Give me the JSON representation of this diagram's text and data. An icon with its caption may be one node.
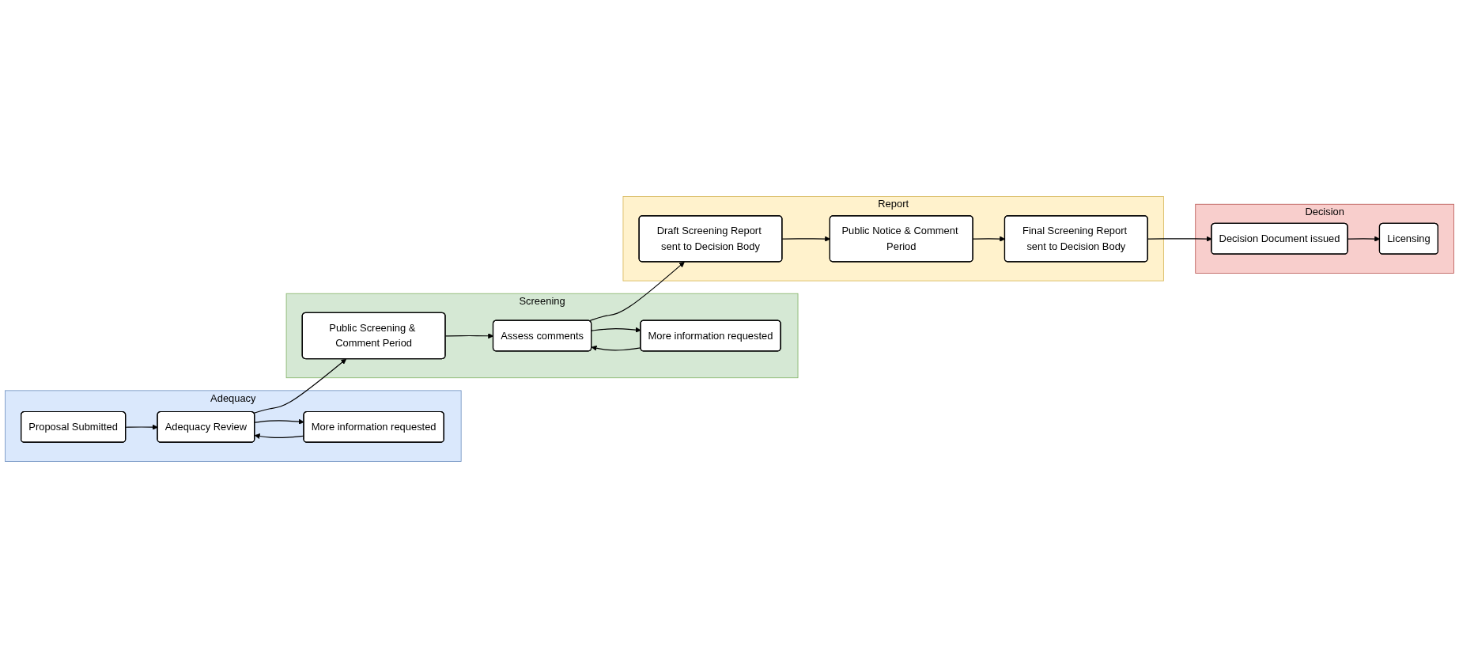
{
  "diagram": {
    "nodes": [
      {
        "text": [
          "Adequacy"
        ]
      },
      {
        "text": [
          "Proposal Submitted"
        ],
        "in": 0
      },
      {
        "text": [
          "Adequacy Review"
        ],
        "in": 0
      },
      {
        "text": [
          "More information requested"
        ],
        "in": 0
      },
      {
        "text": [
          "Screening"
        ]
      },
      {
        "text": [
          "Public Screening & Comment Period"
        ],
        "in": 4
      },
      {
        "text": [
          "Assess comments"
        ],
        "in": 4
      },
      {
        "text": [
          "More information requested"
        ],
        "in": 4
      },
      {
        "text": [
          "Report"
        ]
      },
      {
        "text": [
          "Draft Screening Report sent to Decision Body"
        ],
        "in": 8
      },
      {
        "text": [
          "Public Notice & Comment Period"
        ],
        "in": 8
      },
      {
        "text": [
          "Final Screening Report sent to Decision Body"
        ],
        "in": 8
      },
      {
        "text": [
          "Decision"
        ]
      },
      {
        "text": [
          "Decision Document issued"
        ],
        "in": 12
      },
      {
        "text": [
          "Licensing"
        ],
        "in": 12
      }
    ],
    "edges": [
      {
        "from": 1,
        "to": 2,
        "arrow": "to"
      },
      {
        "from": 2,
        "to": 3,
        "arrow": "to"
      },
      {
        "from": 3,
        "to": 2,
        "arrow": "to"
      },
      {
        "from": 2,
        "to": 5,
        "arrow": "to"
      },
      {
        "from": 5,
        "to": 6,
        "arrow": "to"
      },
      {
        "from": 6,
        "to": 7,
        "arrow": "to"
      },
      {
        "from": 7,
        "to": 6,
        "arrow": "to"
      },
      {
        "from": 6,
        "to": 9,
        "arrow": "to"
      },
      {
        "from": 9,
        "to": 10,
        "arrow": "to"
      },
      {
        "from": 10,
        "to": 11,
        "arrow": "to"
      },
      {
        "from": 11,
        "to": 13,
        "arrow": "to"
      },
      {
        "from": 13,
        "to": 14,
        "arrow": "to"
      }
    ]
  }
}
